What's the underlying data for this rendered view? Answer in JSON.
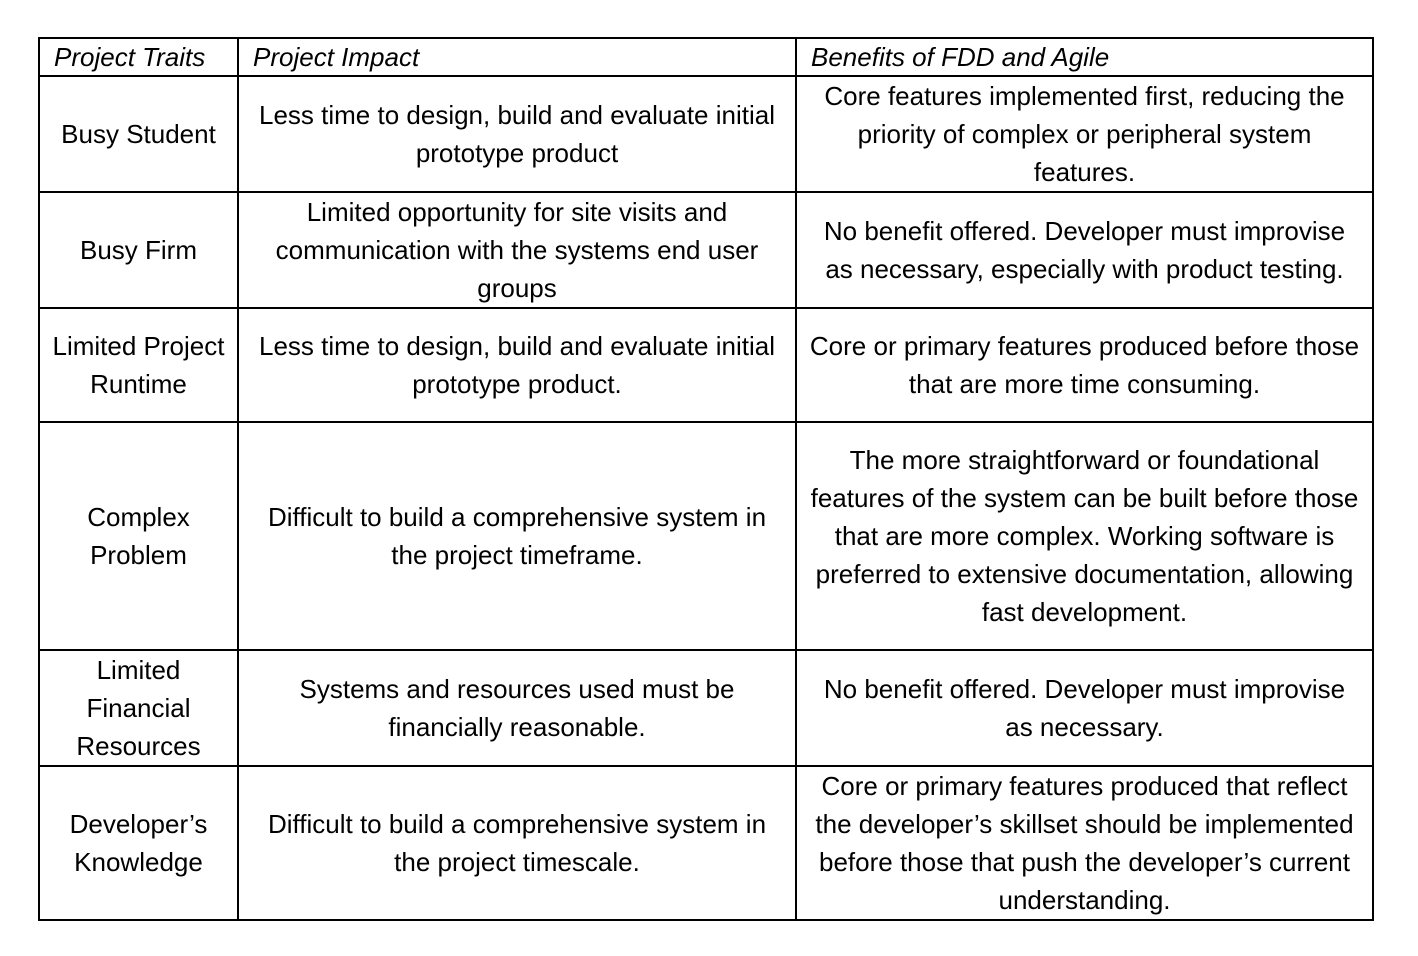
{
  "table": {
    "headers": [
      "Project Traits",
      "Project Impact",
      "Benefits of FDD and Agile"
    ],
    "rows": [
      {
        "trait": "Busy Student",
        "impact": "Less time to design, build and evaluate initial prototype product",
        "benefit": "Core features implemented first, reducing the priority of complex or peripheral system features."
      },
      {
        "trait": "Busy Firm",
        "impact": "Limited opportunity for site visits and communication with the systems end user groups",
        "benefit": "No benefit offered. Developer must improvise as necessary, especially with product testing."
      },
      {
        "trait": "Limited Project Runtime",
        "impact": "Less time to design, build and evaluate initial prototype product.",
        "benefit": "Core or primary features produced before those that are more time consuming."
      },
      {
        "trait": "Complex Problem",
        "impact": "Difficult to build a comprehensive system in the project timeframe.",
        "benefit": "The more straightforward or foundational features of the system can be built before those that are more complex. Working software is preferred to extensive documentation, allowing fast development."
      },
      {
        "trait": "Limited Financial Resources",
        "impact": "Systems and resources used must be financially reasonable.",
        "benefit": "No benefit offered. Developer must improvise as necessary."
      },
      {
        "trait": "Developer’s Knowledge",
        "impact": "Difficult to build a comprehensive system in the project timescale.",
        "benefit": "Core or primary features produced that reflect the developer’s skillset should be implemented before those that push the developer’s current understanding."
      }
    ]
  }
}
